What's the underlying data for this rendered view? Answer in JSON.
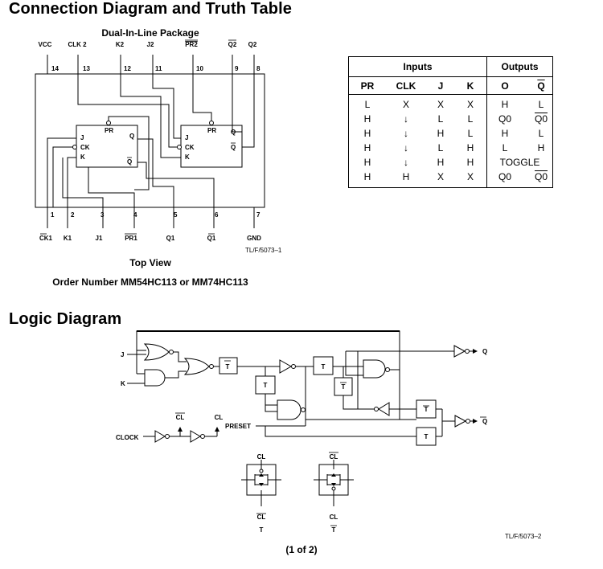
{
  "titles": {
    "connection": "Connection Diagram and Truth Table",
    "logic": "Logic Diagram"
  },
  "package": {
    "title": "Dual-In-Line Package",
    "top_pins": [
      {
        "num": "14",
        "label": "VCC"
      },
      {
        "num": "13",
        "label": "CLK 2"
      },
      {
        "num": "12",
        "label": "K2"
      },
      {
        "num": "11",
        "label": "J2"
      },
      {
        "num": "10",
        "label": "PR2"
      },
      {
        "num": "9",
        "label": "Q2"
      },
      {
        "num": "8",
        "label": "Q2"
      }
    ],
    "bottom_pins": [
      {
        "num": "1",
        "label": "CK1"
      },
      {
        "num": "2",
        "label": "K1"
      },
      {
        "num": "3",
        "label": "J1"
      },
      {
        "num": "4",
        "label": "PR1"
      },
      {
        "num": "5",
        "label": "Q1"
      },
      {
        "num": "6",
        "label": "Q1"
      },
      {
        "num": "7",
        "label": "GND"
      }
    ],
    "ff_labels": {
      "pr": "PR",
      "j": "J",
      "ck": "CK",
      "k": "K",
      "q": "Q",
      "qbar": "Q"
    },
    "ref": "TL/F/5073–1",
    "view": "Top View",
    "order": "Order Number MM54HC113 or MM74HC113"
  },
  "truth_table": {
    "group_inputs": "Inputs",
    "group_outputs": "Outputs",
    "headers": [
      "PR",
      "CLK",
      "J",
      "K",
      "O",
      "Q"
    ],
    "rows": [
      [
        "L",
        "X",
        "X",
        "X",
        "H",
        "L"
      ],
      [
        "H",
        "↓",
        "L",
        "L",
        "Q0",
        "Q0"
      ],
      [
        "H",
        "↓",
        "H",
        "L",
        "H",
        "L"
      ],
      [
        "H",
        "↓",
        "L",
        "H",
        "L",
        "H"
      ],
      [
        "H",
        "↓",
        "H",
        "H",
        "TOGGLE",
        ""
      ],
      [
        "H",
        "H",
        "X",
        "X",
        "Q0",
        "Q0"
      ]
    ]
  },
  "logic": {
    "j": "J",
    "k": "K",
    "q": "Q",
    "qbar": "Q",
    "t": "T",
    "tbar": "T",
    "clock": "CLOCK",
    "preset": "PRESET",
    "cl": "CL",
    "clbar": "CL",
    "ref": "TL/F/5073–2"
  },
  "footer": "(1 of 2)"
}
